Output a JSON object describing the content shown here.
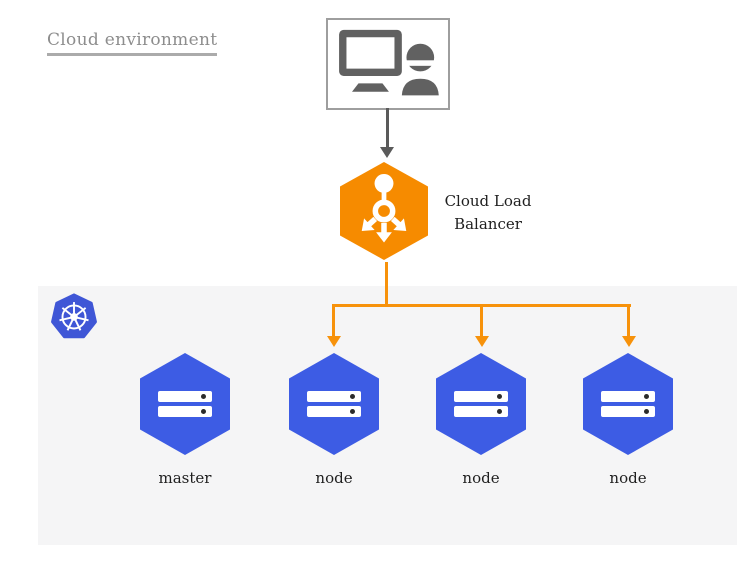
{
  "title": "Cloud environment",
  "load_balancer": {
    "label": "Cloud Load Balancer"
  },
  "cluster": {
    "nodes": [
      {
        "label": "master",
        "role": "master"
      },
      {
        "label": "node",
        "role": "worker"
      },
      {
        "label": "node",
        "role": "worker"
      },
      {
        "label": "node",
        "role": "worker"
      }
    ]
  },
  "icons": {
    "user_terminal": "monitor-and-user-icon",
    "load_balancer": "load-balancer-icon",
    "cluster_logo": "kubernetes-icon",
    "node": "server-icon"
  },
  "colors": {
    "load_balancer_orange": "#F68B00",
    "connector_orange": "#F7920B",
    "node_blue": "#3D5CE4",
    "kubernetes_blue": "#3F56D6",
    "panel_background": "#F5F5F6",
    "icon_gray": "#616161",
    "box_border_gray": "#9E9E9E",
    "arrow_gray": "#5A5A5A",
    "label_dark": "#1F1F1F",
    "title_gray": "#8D8D8D"
  }
}
